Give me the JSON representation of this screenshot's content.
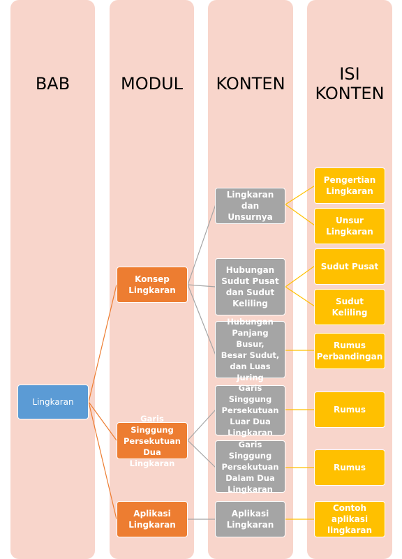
{
  "columns": {
    "bab": "BAB",
    "modul": "MODUL",
    "konten": "KONTEN",
    "isi_konten": "ISI\nKONTEN"
  },
  "colors": {
    "column_bg": "#f8d5cb",
    "bab_node": "#5b9bd5",
    "modul_node": "#ed7d31",
    "konten_node": "#a5a5a5",
    "isi_node": "#ffc000"
  },
  "bab": {
    "label": "Lingkaran"
  },
  "modul": [
    {
      "label": "Konsep\nLingkaran"
    },
    {
      "label": "Garis Singgung\nPersekutuan\nDua Lingkaran"
    },
    {
      "label": "Aplikasi\nLingkaran"
    }
  ],
  "konten": [
    {
      "label": "Lingkaran dan\nUnsurnya"
    },
    {
      "label": "Hubungan\nSudut Pusat\ndan Sudut\nKeliling"
    },
    {
      "label": "Hubungan\nPanjang Busur,\nBesar Sudut,\ndan Luas Juring"
    },
    {
      "label": "Garis Singgung\nPersekutuan\nLuar Dua\nLingkaran"
    },
    {
      "label": "Garis Singgung\nPersekutuan\nDalam Dua\nLingkaran"
    },
    {
      "label": "Aplikasi\nLingkaran"
    }
  ],
  "isi_konten": [
    {
      "label": "Pengertian\nLingkaran"
    },
    {
      "label": "Unsur\nLingkaran"
    },
    {
      "label": "Sudut Pusat"
    },
    {
      "label": "Sudut Keliling"
    },
    {
      "label": "Rumus\nPerbandingan"
    },
    {
      "label": "Rumus"
    },
    {
      "label": "Rumus"
    },
    {
      "label": "Contoh aplikasi\nlingkaran"
    }
  ]
}
